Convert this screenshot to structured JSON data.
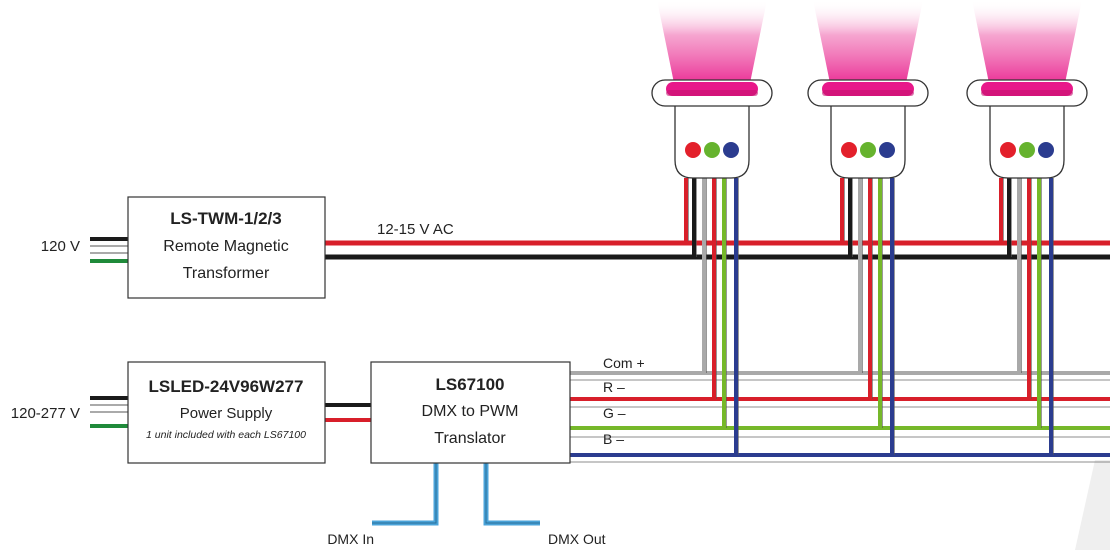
{
  "colors": {
    "hot": "#d81f2a",
    "neutral": "#1a1a1a",
    "ground": "#1f8a3a",
    "common": "#a9a9a9",
    "red_ch": "#d81f2a",
    "green_ch": "#76b82a",
    "blue_ch": "#2b3c8f",
    "dmx": "#4aa3d9",
    "beam": "#e8188a"
  },
  "transformer": {
    "title": "LS-TWM-1/2/3",
    "line1": "Remote Magnetic",
    "line2": "Transformer",
    "input_voltage": "120 V",
    "output_label": "12-15 V AC"
  },
  "power_supply": {
    "title": "LSLED-24V96W277",
    "line1": "Power Supply",
    "note": "1 unit included with each LS67100",
    "input_voltage": "120-277 V"
  },
  "translator": {
    "title": "LS67100",
    "line1": "DMX to PWM",
    "line2": "Translator"
  },
  "channels": {
    "com": "Com +",
    "r": "R –",
    "g": "G –",
    "b": "B –"
  },
  "dmx": {
    "in": "DMX In",
    "out": "DMX Out"
  },
  "fixtures": [
    {
      "leds": [
        "#e3202b",
        "#66b32e",
        "#2b3c8f"
      ]
    },
    {
      "leds": [
        "#e3202b",
        "#66b32e",
        "#2b3c8f"
      ]
    },
    {
      "leds": [
        "#e3202b",
        "#66b32e",
        "#2b3c8f"
      ]
    }
  ]
}
